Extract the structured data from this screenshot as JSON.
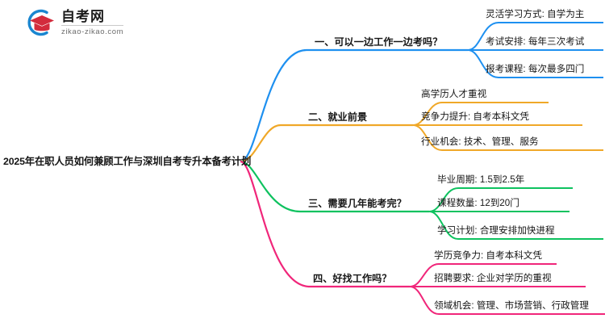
{
  "logo": {
    "name": "自考网",
    "url": "zikao-zikao.com",
    "mark_icon": "graduation-cap-circle-icon",
    "arc_color": "#1a86d0",
    "cap_color": "#d32b3c"
  },
  "mindmap": {
    "root": {
      "label": "2025年在职人员如何兼顾工作与深圳自考专升本备考计划"
    },
    "branches": [
      {
        "id": "branch-1",
        "label": "一、可以一边工作一边考吗？",
        "color": "#1e90f0",
        "children": [
          {
            "label": "灵活学习方式: 自学为主"
          },
          {
            "label": "考试安排: 每年三次考试"
          },
          {
            "label": "报考课程: 每次最多四门"
          }
        ]
      },
      {
        "id": "branch-2",
        "label": "二、就业前景",
        "color": "#f0a828",
        "children": [
          {
            "label": "高学历人才重视"
          },
          {
            "label": "竞争力提升: 自考本科文凭"
          },
          {
            "label": "行业机会: 技术、管理、服务"
          }
        ]
      },
      {
        "id": "branch-3",
        "label": "三、需要几年能考完？",
        "color": "#0ec25f",
        "children": [
          {
            "label": "毕业周期: 1.5到2.5年"
          },
          {
            "label": "课程数量: 12到20门"
          },
          {
            "label": "学习计划: 合理安排加快进程"
          }
        ]
      },
      {
        "id": "branch-4",
        "label": "四、好找工作吗？",
        "color": "#f0267a",
        "children": [
          {
            "label": "学历竞争力: 自考本科文凭"
          },
          {
            "label": "招聘要求: 企业对学历的重视"
          },
          {
            "label": "领域机会: 管理、市场营销、行政管理"
          }
        ]
      }
    ]
  }
}
